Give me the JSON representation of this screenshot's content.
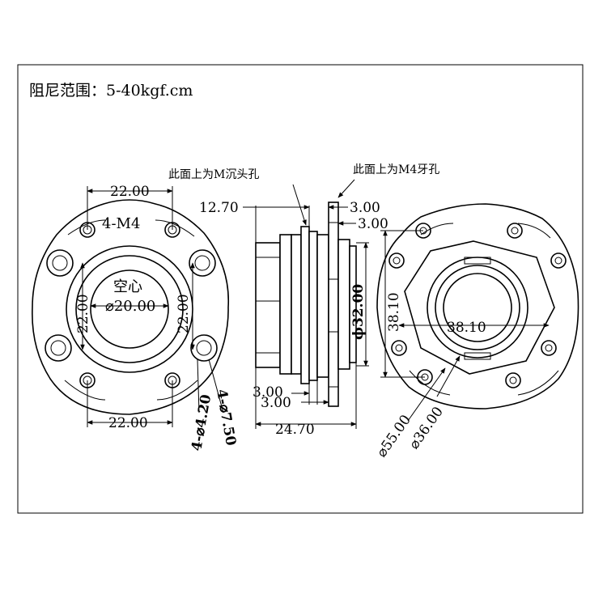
{
  "title": "阻尼范围：5-40kgf.cm",
  "notes": {
    "countersink": "此面上为M沉头孔",
    "thread": "此面上为M4牙孔"
  },
  "front_view": {
    "thread_holes": "4-M4",
    "hollow": "空心",
    "hollow_dia": "⌀20.00",
    "top_width": "22.00",
    "bottom_width": "22.00",
    "left_height": "22.00",
    "right_height": "22.00",
    "hole_small": "4-⌀4.20",
    "hole_large": "4-⌀7.50"
  },
  "side_view": {
    "dim_12_70": "12.70",
    "dim_top_3a": "3.00",
    "dim_top_3b": "3.00",
    "dim_dia32": "ϕ32.00",
    "dim_bot_3a": "3.00",
    "dim_bot_3b": "3.00",
    "dim_24_70": "24.70"
  },
  "rear_view": {
    "dim_38_10_v": "38.10",
    "dim_38_10_h": "38.10",
    "dim_dia55": "⌀55.00",
    "dim_dia36": "⌀36.00"
  }
}
